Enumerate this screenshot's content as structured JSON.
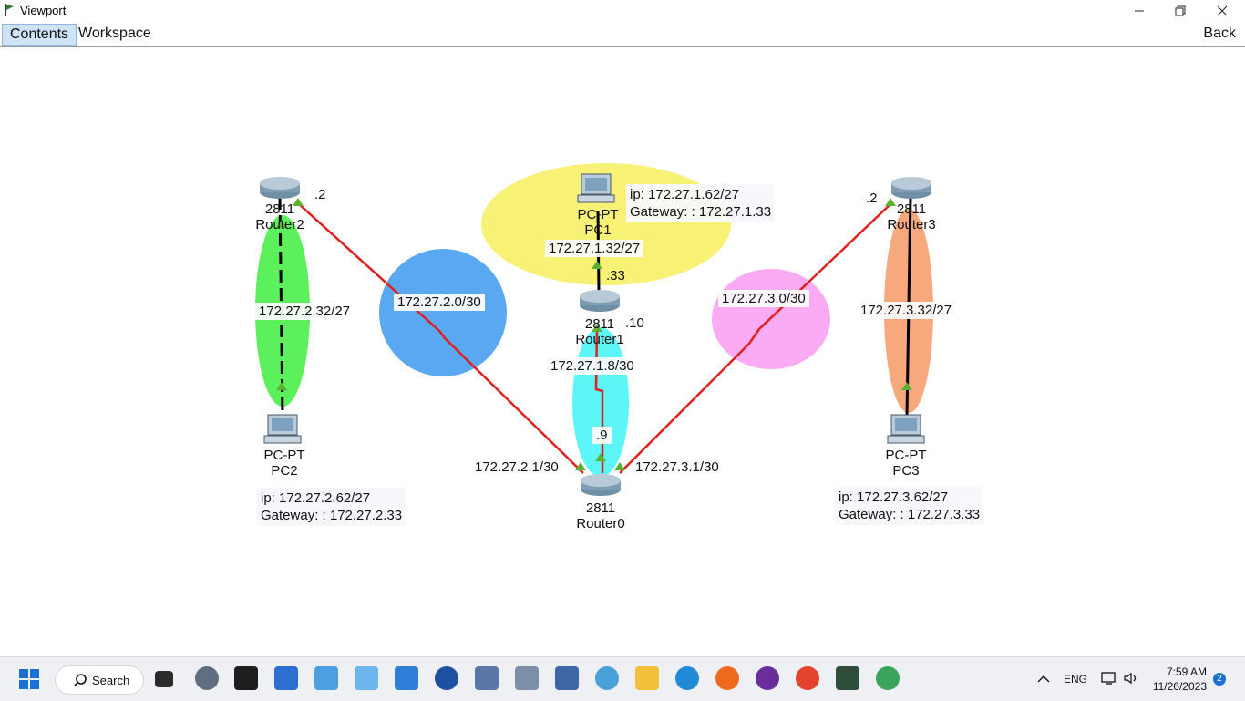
{
  "window": {
    "title": "Viewport",
    "minimize": "—",
    "maximize": "❐",
    "close": "✕"
  },
  "menu": {
    "contents": "Contents",
    "workspace": "Workspace",
    "back": "Back"
  },
  "topology": {
    "router0": {
      "model": "2811",
      "name": "Router0"
    },
    "router1": {
      "model": "2811",
      "name": "Router1"
    },
    "router2": {
      "model": "2811",
      "name": "Router2"
    },
    "router3": {
      "model": "2811",
      "name": "Router3"
    },
    "pc1": {
      "model": "PC-PT",
      "name": "PC1",
      "ip": "ip: 172.27.1.62/27",
      "gateway": "Gateway: : 172.27.1.33"
    },
    "pc2": {
      "model": "PC-PT",
      "name": "PC2",
      "ip": "ip: 172.27.2.62/27",
      "gateway": "Gateway: : 172.27.2.33"
    },
    "pc3": {
      "model": "PC-PT",
      "name": "PC3",
      "ip": "ip: 172.27.3.62/27",
      "gateway": "Gateway: : 172.27.3.33"
    },
    "labels": {
      "r2_port": ".2",
      "r3_port": ".2",
      "r1_lan_port": ".33",
      "r1_wan_port": ".10",
      "r0_r1_port": ".9",
      "net_lan1": "172.27.1.32/27",
      "net_lan2": "172.27.2.32/27",
      "net_lan3": "172.27.3.32/27",
      "net_r0_r2": "172.27.2.0/30",
      "net_r0_r3": "172.27.3.0/30",
      "net_r0_r1": "172.27.1.8/30",
      "r0_r2_port": "172.27.2.1/30",
      "r0_r3_port": "172.27.3.1/30"
    },
    "colors": {
      "lan1": "#f7f176",
      "lan2": "#5cf05c",
      "lan3": "#f7a87d",
      "wan2": "#5aa7f2",
      "wan3": "#fbaaf4",
      "wan1": "#5cf6f6",
      "serial": "#e02020"
    }
  },
  "taskbar": {
    "search_label": "Search",
    "lang": "ENG",
    "time": "7:59 AM",
    "date": "11/26/2023",
    "badge": "2",
    "icons": [
      "start-icon",
      "search-icon",
      "task-view-icon",
      "settings-icon",
      "terminal-icon",
      "store-icon",
      "remote-desktop-icon",
      "network-icon",
      "notepad-icon",
      "browser-globe-icon",
      "network-tool-icon",
      "network-monitor-icon",
      "packet-tracer-icon",
      "camera-icon",
      "file-explorer-icon",
      "edge-icon",
      "firefox-icon",
      "media-icon",
      "chrome-icon",
      "packet-tracer-2-icon",
      "chrome-profile-icon"
    ]
  }
}
